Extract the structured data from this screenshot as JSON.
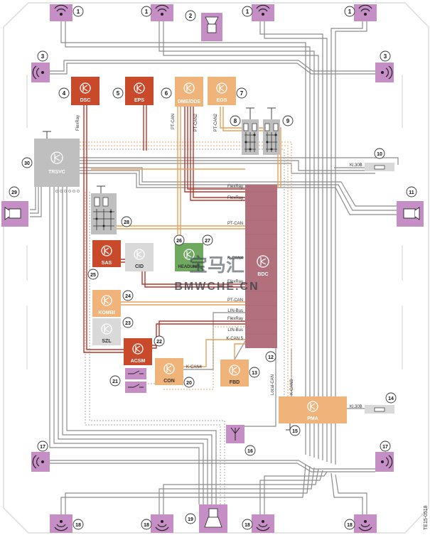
{
  "components": {
    "dsc": "DSC",
    "eps": "EPS",
    "dme": "DME/DDE",
    "egs": "EGS",
    "trsvc": "TRSVC",
    "sas": "SAS",
    "cid": "CID",
    "headunit": "HEADUNIT",
    "bdc": "BDC",
    "kombi": "KOMBI",
    "szl": "SZL",
    "acsm": "ACSM",
    "con": "CON",
    "fbd": "FBD",
    "pma": "PMA"
  },
  "bus_labels": {
    "flexray_dsc": "FlexRay",
    "pt_can_eps": "PT-CAN",
    "pt_can2_dme": "PT-CAN2",
    "pt_can2_egs": "PT-CAN2",
    "flexray_1": "FlexRay",
    "flexray_2": "FlexRay",
    "pt_can_1": "PT-CAN",
    "k_can4_1": "K-CAN4",
    "flexray_3": "FlexRay",
    "pt_can_2": "PT-CAN",
    "lin_bus_1": "LIN-Bus",
    "flexray_4": "FlexRay",
    "lin_bus_2": "LIN-Bus",
    "k_can5": "K-CAN 5",
    "k_can4_2": "K-CAN4",
    "local_can": "Local-CAN",
    "k_can3": "K-CAN3",
    "kl30b_1": "Kl.30B",
    "kl30b_2": "Kl.30B"
  },
  "numbers": {
    "n1a": "1",
    "n1b": "1",
    "n1c": "1",
    "n1d": "1",
    "n2": "2",
    "n3a": "3",
    "n3b": "3",
    "n4": "4",
    "n5": "5",
    "n6": "6",
    "n7": "7",
    "n8": "8",
    "n9": "9",
    "n10": "10",
    "n11": "11",
    "n12": "12",
    "n13": "13",
    "n14": "14",
    "n15": "15",
    "n16": "16",
    "n17a": "17",
    "n17b": "17",
    "n18a": "18",
    "n18b": "18",
    "n18c": "18",
    "n18d": "18",
    "n19": "19",
    "n20": "20",
    "n21": "21",
    "n22": "22",
    "n23": "23",
    "n24": "24",
    "n25": "25",
    "n26": "26",
    "n27": "27",
    "n28": "28",
    "n29": "29",
    "n30": "30"
  },
  "reference_code": "TE15-0518",
  "watermark": {
    "main": "BMWCHE.CN",
    "hanzi": "宝马汇"
  },
  "colors": {
    "purple": "#c58fc6",
    "red": "#c9492b",
    "orange": "#f0b37a",
    "gray": "#bfbfbf",
    "green": "#6fa85f",
    "bdc": "#b2707d",
    "line_gray": "#8c8c8c",
    "line_red": "#b8362a",
    "line_orange": "#e8a05a"
  }
}
